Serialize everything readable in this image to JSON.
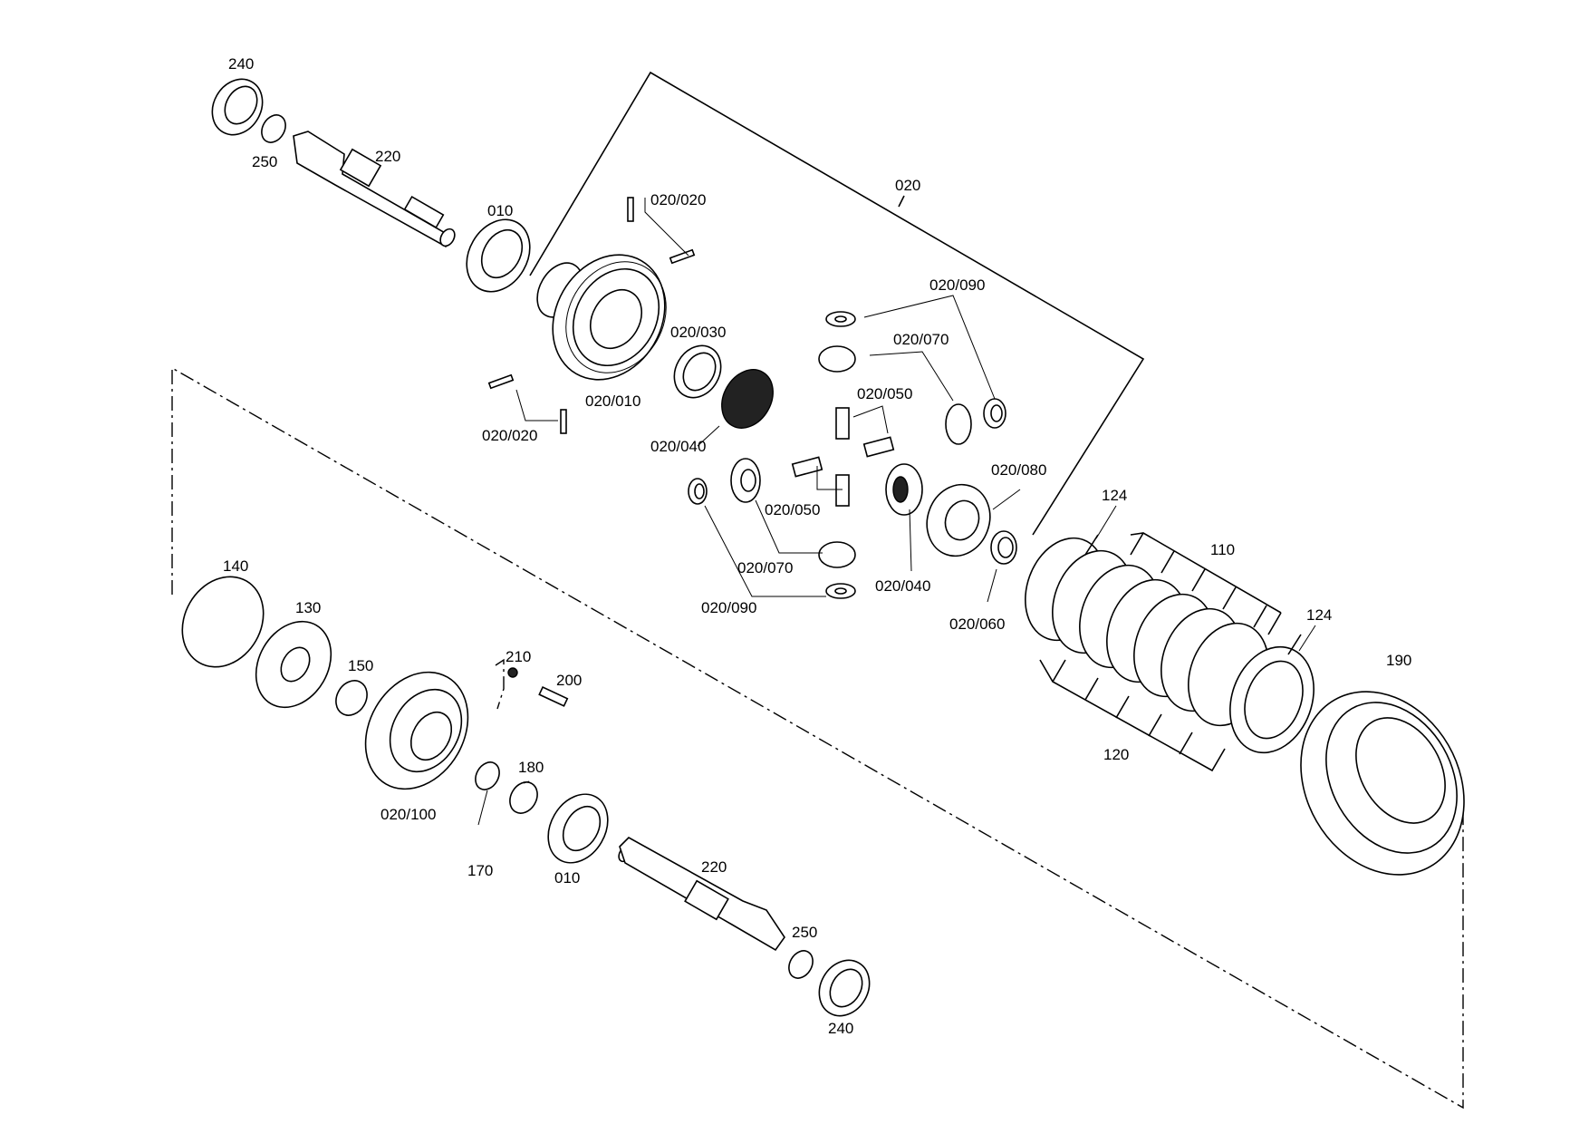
{
  "labels": {
    "l240a": "240",
    "l250a": "250",
    "l220a": "220",
    "l010a": "010",
    "l020": "020",
    "l020_020a": "020/020",
    "l020_020b": "020/020",
    "l020_010": "020/010",
    "l020_030": "020/030",
    "l020_040a": "020/040",
    "l020_090a": "020/090",
    "l020_070a": "020/070",
    "l020_050a": "020/050",
    "l020_050b": "020/050",
    "l020_070b": "020/070",
    "l020_090b": "020/090",
    "l020_080": "020/080",
    "l020_040b": "020/040",
    "l020_060": "020/060",
    "l124a": "124",
    "l110": "110",
    "l124b": "124",
    "l120": "120",
    "l190": "190",
    "l140": "140",
    "l130": "130",
    "l150": "150",
    "l210": "210",
    "l200": "200",
    "l020_100": "020/100",
    "l180": "180",
    "l170": "170",
    "l010b": "010",
    "l220b": "220",
    "l250b": "250",
    "l240b": "240"
  }
}
